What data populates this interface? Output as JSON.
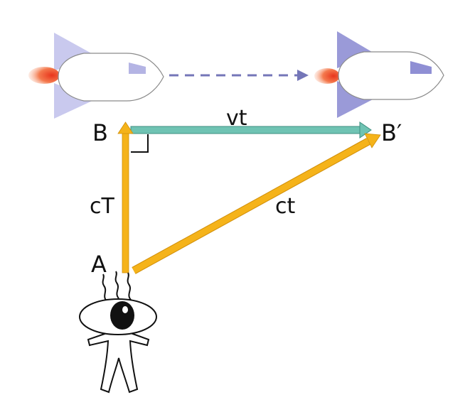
{
  "labels": {
    "point_b": "B",
    "point_b_prime": "B′",
    "point_a": "A",
    "segment_vt": "vt",
    "segment_ct_vertical": "cT",
    "segment_ct_diagonal": "ct"
  },
  "colors": {
    "orange_arrow": "#f5b31a",
    "teal_arrow": "#6fc3b3",
    "teal_arrow_edge": "#3f8f80",
    "dashed_motion_arrow": "#7476b8",
    "fin_light": "#c9c9ee",
    "fin_dark": "#9a9ad8",
    "flame_outer": "#f7a07a",
    "flame_inner": "#e8351c",
    "ink": "#111111"
  },
  "icons": [
    "rocket-left",
    "rocket-right",
    "observer-eye-figure",
    "right-angle-marker"
  ]
}
